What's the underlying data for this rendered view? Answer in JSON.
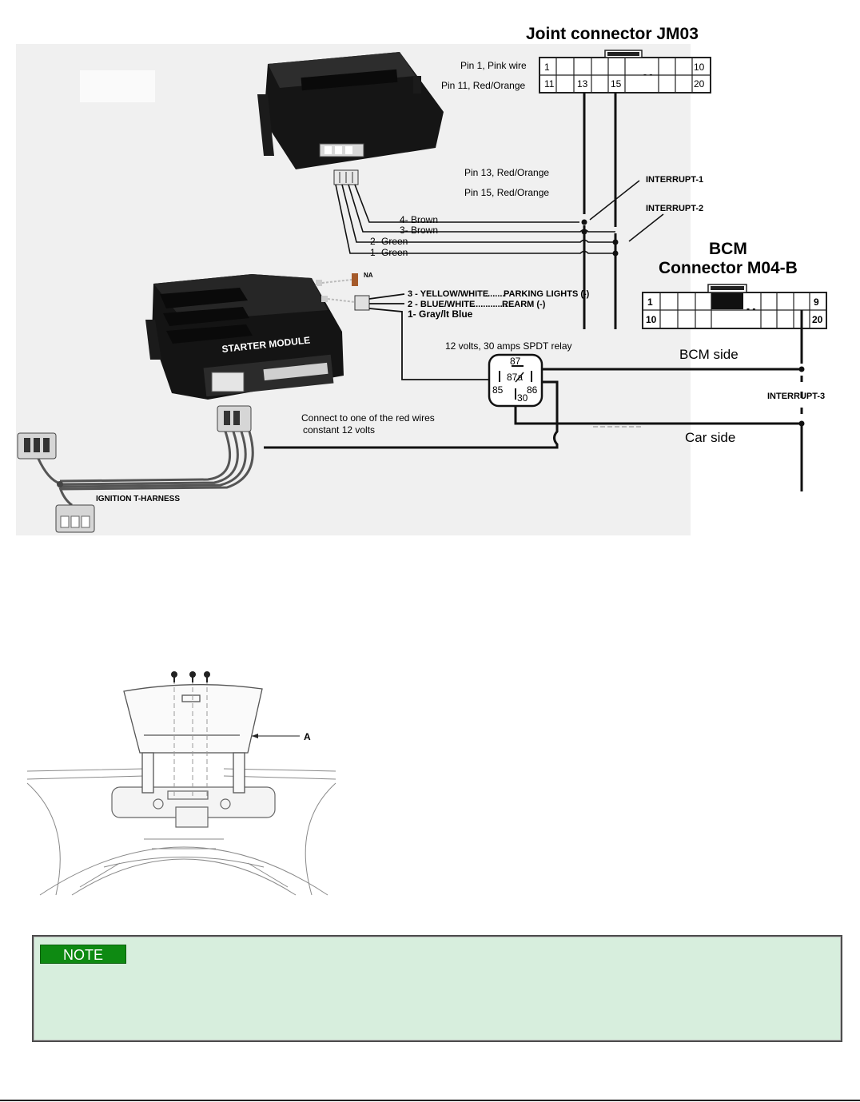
{
  "diagram": {
    "joint_connector": {
      "title": "Joint connector JM03",
      "pin_labels": [
        "1",
        "10",
        "11",
        "13",
        "15",
        "20"
      ],
      "wire_labels": [
        "Pin 1, Pink wire",
        "Pin 11, Red/Orange",
        "Pin 13, Red/Orange",
        "Pin 15, Red/Orange"
      ]
    },
    "interrupts": [
      "INTERRUPT-1",
      "INTERRUPT-2",
      "INTERRUPT-3"
    ],
    "module_wires": [
      "4- Brown",
      "3- Brown",
      "2- Green",
      "1- Green"
    ],
    "bcm": {
      "title_line1": "BCM",
      "title_line2": "Connector M04-B",
      "pin_labels": [
        "1",
        "9",
        "10",
        "20"
      ],
      "side_labels": [
        "BCM side",
        "Car side"
      ]
    },
    "starter_module": {
      "label": "STARTER MODULE",
      "na_label": "NA",
      "wires": [
        "3 - YELLOW/WHITE",
        "2 - BLUE/WHITE",
        "1- Gray/lt Blue"
      ],
      "functions": [
        "PARKING LIGHTS (-)",
        "REARM (-)"
      ]
    },
    "relay": {
      "caption": "12 volts, 30 amps SPDT relay",
      "pins": [
        "87",
        "87a",
        "85",
        "86",
        "30"
      ]
    },
    "constant_note": [
      "Connect to one of the red wires",
      "constant 12 volts"
    ],
    "harness_label": "IGNITION T-HARNESS"
  },
  "console_figure": {
    "callout": "A"
  },
  "note": {
    "badge": "NOTE"
  }
}
